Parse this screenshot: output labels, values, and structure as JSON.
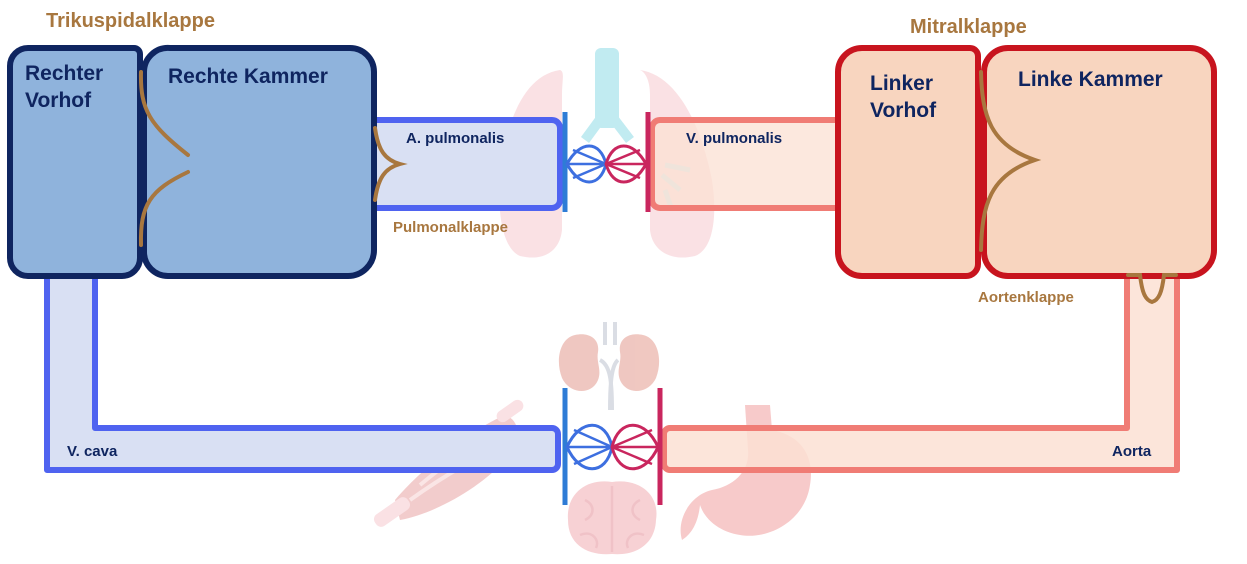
{
  "valves": {
    "tricuspid": "Trikuspidalklappe",
    "mitral": "Mitralklappe",
    "pulmonary": "Pulmonalklappe",
    "aortic": "Aortenklappe"
  },
  "chambers": {
    "right_atrium": "Rechter\nVorhof",
    "right_ventricle": "Rechte Kammer",
    "left_atrium": "Linker\nVorhof",
    "left_ventricle": "Linke Kammer"
  },
  "vessels": {
    "pulmonary_artery": "A. pulmonalis",
    "pulmonary_vein": "V. pulmonalis",
    "vena_cava": "V. cava",
    "aorta": "Aorta"
  },
  "colors": {
    "right_heart_fill": "#8fb3dc",
    "right_heart_stroke": "#0f2560",
    "left_heart_fill": "#f8d5bf",
    "left_heart_stroke": "#c8141e",
    "venous_stroke": "#4f63f0",
    "venous_fill": "#d9e0f3",
    "arterial_stroke": "#f07c75",
    "arterial_fill": "#fbe0d3",
    "valve": "#a8773f",
    "text": "#0f2560"
  },
  "icons": [
    "lungs-icon",
    "kidneys-icon",
    "muscle-icon",
    "brain-icon",
    "stomach-icon",
    "capillary-bed-icon"
  ]
}
